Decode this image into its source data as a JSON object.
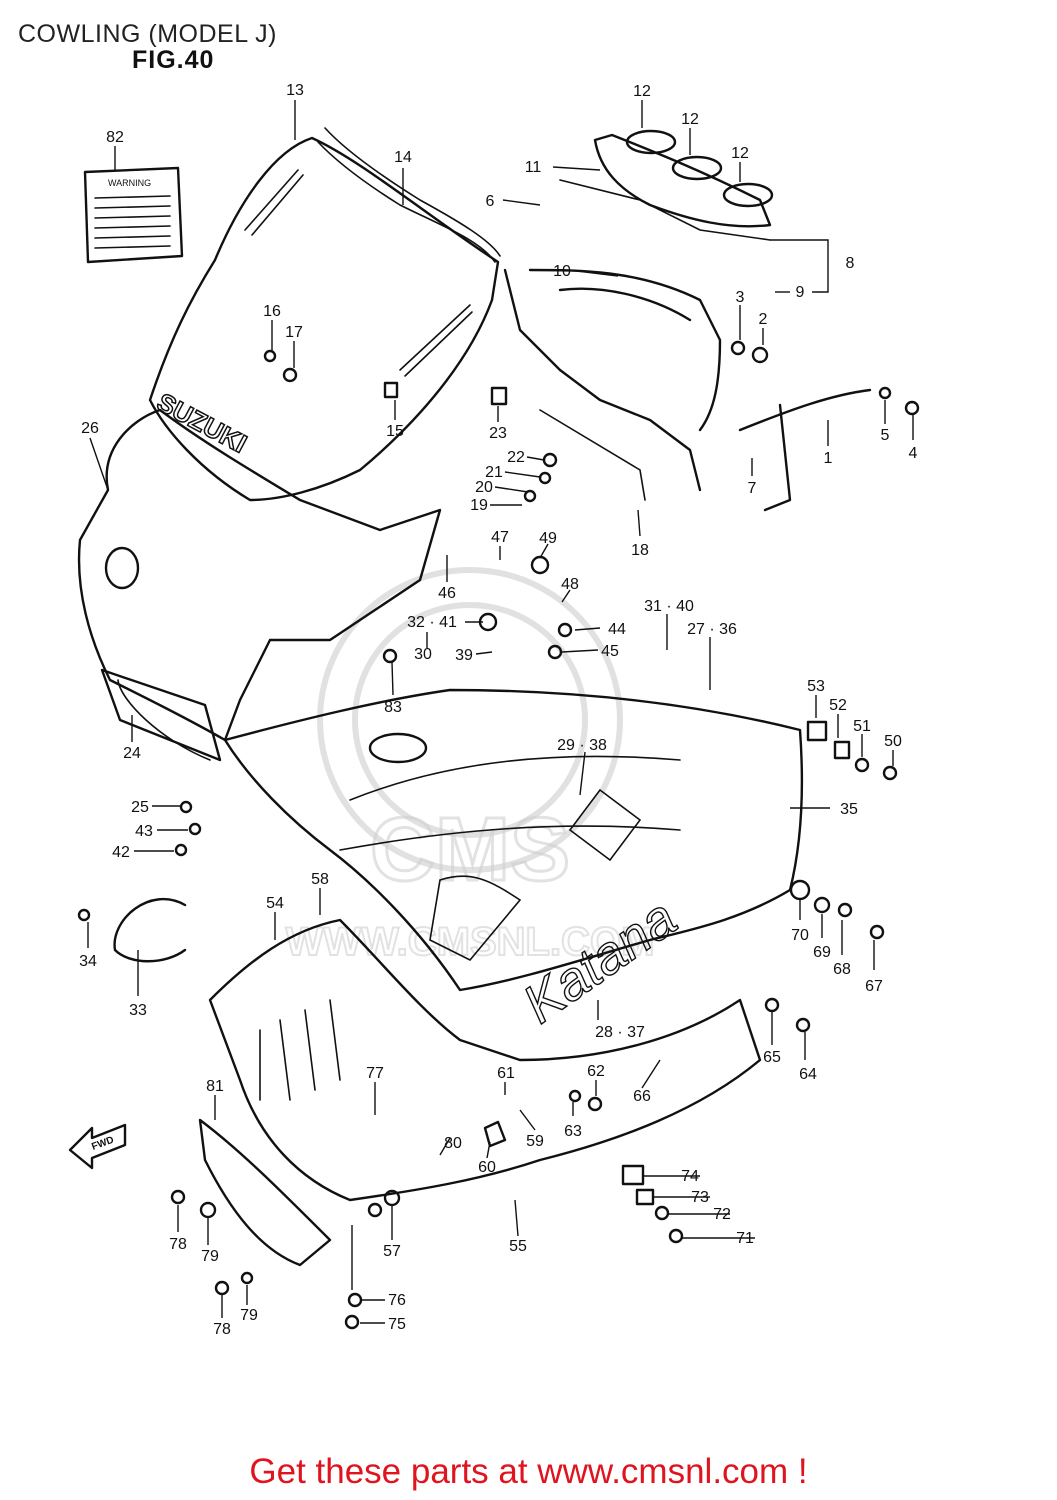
{
  "header": {
    "title": "COWLING (MODEL J)",
    "figure": "FIG.40"
  },
  "label": {
    "warning": "WARNING"
  },
  "branding": {
    "cowl_logo": "SUZUKI",
    "side_script": "Katana",
    "watermark_site": "WWW.CMSNL.COM",
    "watermark_brand": "CMS"
  },
  "fwd_arrow": "FWD",
  "footer": {
    "cta": "Get these parts at www.cmsnl.com !"
  },
  "callouts": [
    "13",
    "14",
    "82",
    "12",
    "12",
    "12",
    "11",
    "6",
    "10",
    "8",
    "9",
    "3",
    "2",
    "16",
    "17",
    "15",
    "23",
    "5",
    "4",
    "1",
    "26",
    "22",
    "21",
    "20",
    "19",
    "7",
    "18",
    "49",
    "47",
    "46",
    "48",
    "32 · 41",
    "30",
    "39",
    "44",
    "45",
    "31 · 40",
    "27 · 36",
    "83",
    "53",
    "52",
    "51",
    "50",
    "24",
    "29 · 38",
    "25",
    "35",
    "43",
    "42",
    "58",
    "54",
    "70",
    "69",
    "68",
    "67",
    "34",
    "33",
    "28 · 37",
    "65",
    "64",
    "81",
    "77",
    "61",
    "62",
    "66",
    "63",
    "59",
    "80",
    "60",
    "74",
    "73",
    "72",
    "71",
    "55",
    "78",
    "79",
    "57",
    "76",
    "75",
    "78",
    "79"
  ]
}
